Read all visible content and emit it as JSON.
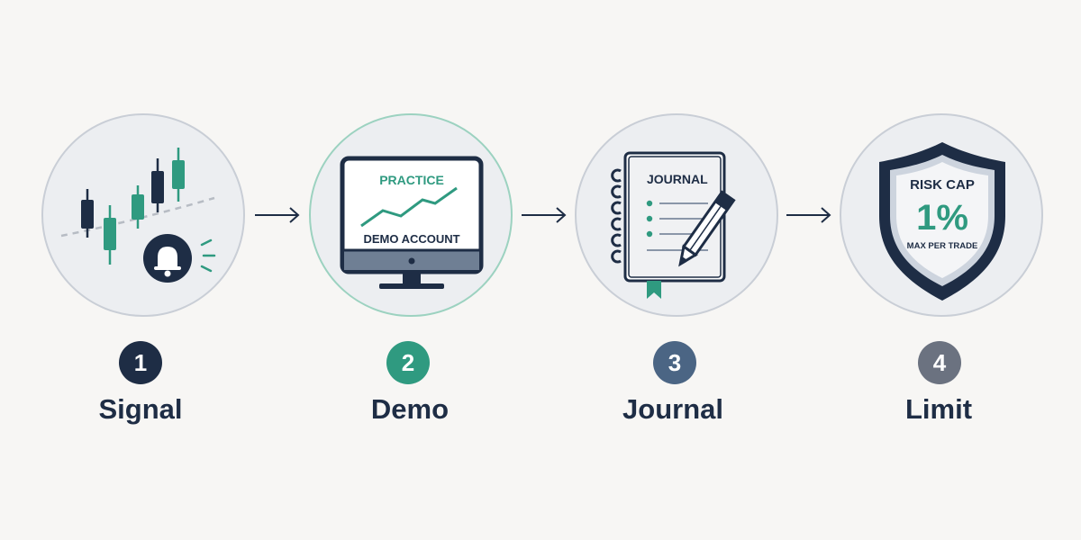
{
  "colors": {
    "navy": "#1e2d45",
    "teal": "#2f9a80",
    "slate": "#4b6584",
    "gray": "#6b7280",
    "background": "#f7f6f4"
  },
  "steps": [
    {
      "number": "1",
      "label": "Signal",
      "icon": "candlestick-chart-alert-icon",
      "badge_color": "#1e2d45"
    },
    {
      "number": "2",
      "label": "Demo",
      "icon": "demo-monitor-icon",
      "badge_color": "#2f9a80",
      "screen_title": "PRACTICE",
      "screen_subtitle": "DEMO ACCOUNT"
    },
    {
      "number": "3",
      "label": "Journal",
      "icon": "journal-notebook-icon",
      "badge_color": "#4b6584",
      "notebook_title": "JOURNAL"
    },
    {
      "number": "4",
      "label": "Limit",
      "icon": "risk-shield-icon",
      "badge_color": "#6b7280",
      "shield_title": "RISK CAP",
      "shield_value": "1%",
      "shield_caption": "MAX PER TRADE"
    }
  ]
}
